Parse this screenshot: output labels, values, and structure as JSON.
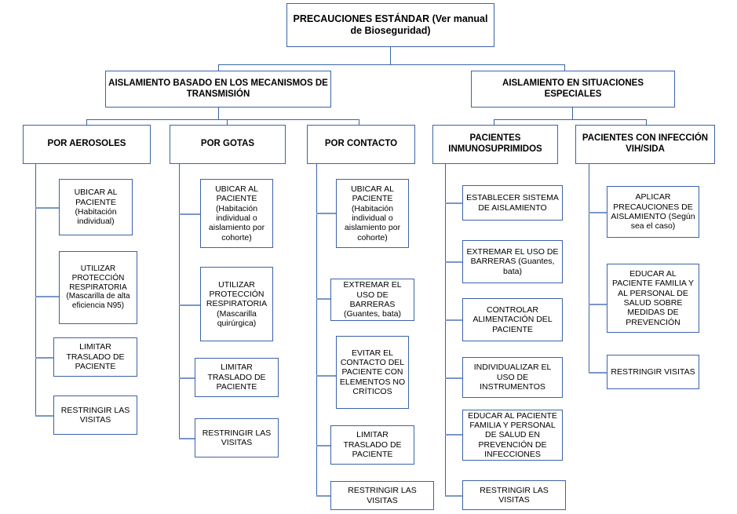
{
  "diagram": {
    "title": "PRECAUCIONES ESTÁNDAR (Ver manual de Bioseguridad)",
    "colors": {
      "border": "#3b63a8",
      "connector": "#3b63a8",
      "stub": "#7b96c6",
      "background": "#ffffff",
      "text": "#000000"
    },
    "root": {
      "label": "PRECAUCIONES  ESTÁNDAR (Ver manual  de Bioseguridad)"
    },
    "level2": [
      {
        "label": "AISLAMIENTO  BASADO  EN LOS MECANISMOS  DE TRANSMISIÓN"
      },
      {
        "label": "AISLAMIENTO  EN SITUACIONES  ESPECIALES"
      }
    ],
    "categories": [
      {
        "label": "POR AEROSOLES",
        "items": [
          {
            "label": "UBICAR AL PACIENTE (Habitación individual)"
          },
          {
            "label": "UTILIZAR PROTECCIÓN RESPIRATORIA (Mascarilla de alta eficiencia N95)"
          },
          {
            "label": "LIMITAR TRASLADO DE PACIENTE"
          },
          {
            "label": "RESTRINGIR LAS VISITAS"
          }
        ]
      },
      {
        "label": "POR GOTAS",
        "items": [
          {
            "label": "UBICAR AL PACIENTE (Habitación individual o aislamiento por cohorte)"
          },
          {
            "label": "UTILIZAR PROTECCIÓN RESPIRATORIA (Mascarilla quirúrgica)"
          },
          {
            "label": "LIMITAR TRASLADO DE PACIENTE"
          },
          {
            "label": "RESTRINGIR LAS VISITAS"
          }
        ]
      },
      {
        "label": "POR CONTACTO",
        "items": [
          {
            "label": "UBICAR AL PACIENTE (Habitación individual o aislamiento por cohorte)"
          },
          {
            "label": "EXTREMAR EL USO DE BARRERAS (Guantes, bata)"
          },
          {
            "label": "EVITAR EL CONTACTO DEL PACIENTE CON ELEMENTOS NO CRÍTICOS"
          },
          {
            "label": "LIMITAR TRASLADO DE PACIENTE"
          },
          {
            "label": "RESTRINGIR LAS VISITAS"
          }
        ]
      },
      {
        "label": "PACIENTES INMUNOSUPRIMIDOS",
        "items": [
          {
            "label": "ESTABLECER SISTEMA DE AISLAMIENTO"
          },
          {
            "label": "EXTREMAR EL USO DE BARRERAS (Guantes, bata)"
          },
          {
            "label": "CONTROLAR ALIMENTACIÓN DEL PACIENTE"
          },
          {
            "label": "INDIVIDUALIZAR EL USO DE INSTRUMENTOS"
          },
          {
            "label": "EDUCAR AL PACIENTE FAMILIA Y PERSONAL DE SALUD EN PREVENCIÓN DE INFECCIONES"
          },
          {
            "label": "RESTRINGIR LAS VISITAS"
          }
        ]
      },
      {
        "label": "PACIENTES  CON INFECCIÓN VIH/SIDA",
        "items": [
          {
            "label": "APLICAR PRECAUCIONES DE AISLAMIENTO (Según sea el caso)"
          },
          {
            "label": "EDUCAR AL PACIENTE FAMILIA Y AL PERSONAL DE SALUD SOBRE MEDIDAS DE PREVENCIÓN"
          },
          {
            "label": "RESTRINGIR VISITAS"
          }
        ]
      }
    ]
  }
}
